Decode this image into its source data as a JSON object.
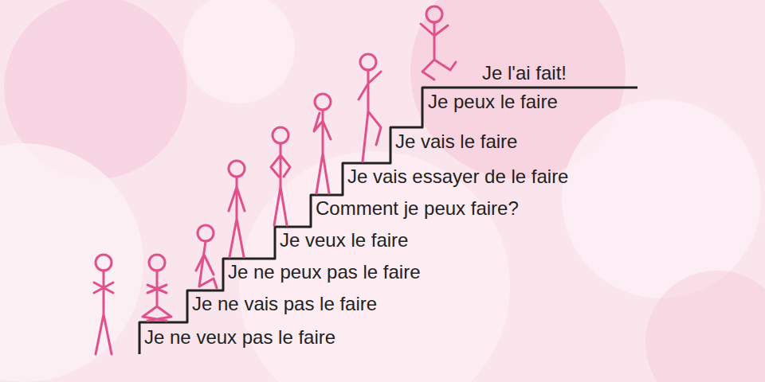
{
  "diagram": {
    "labels": [
      "Je l'ai fait!",
      "Je peux le faire",
      "Je vais le faire",
      "Je vais essayer de le faire",
      "Comment je peux faire?",
      "Je veux le faire",
      "Je ne peux pas le faire",
      "Je ne vais pas le faire",
      "Je ne veux pas le faire"
    ]
  }
}
